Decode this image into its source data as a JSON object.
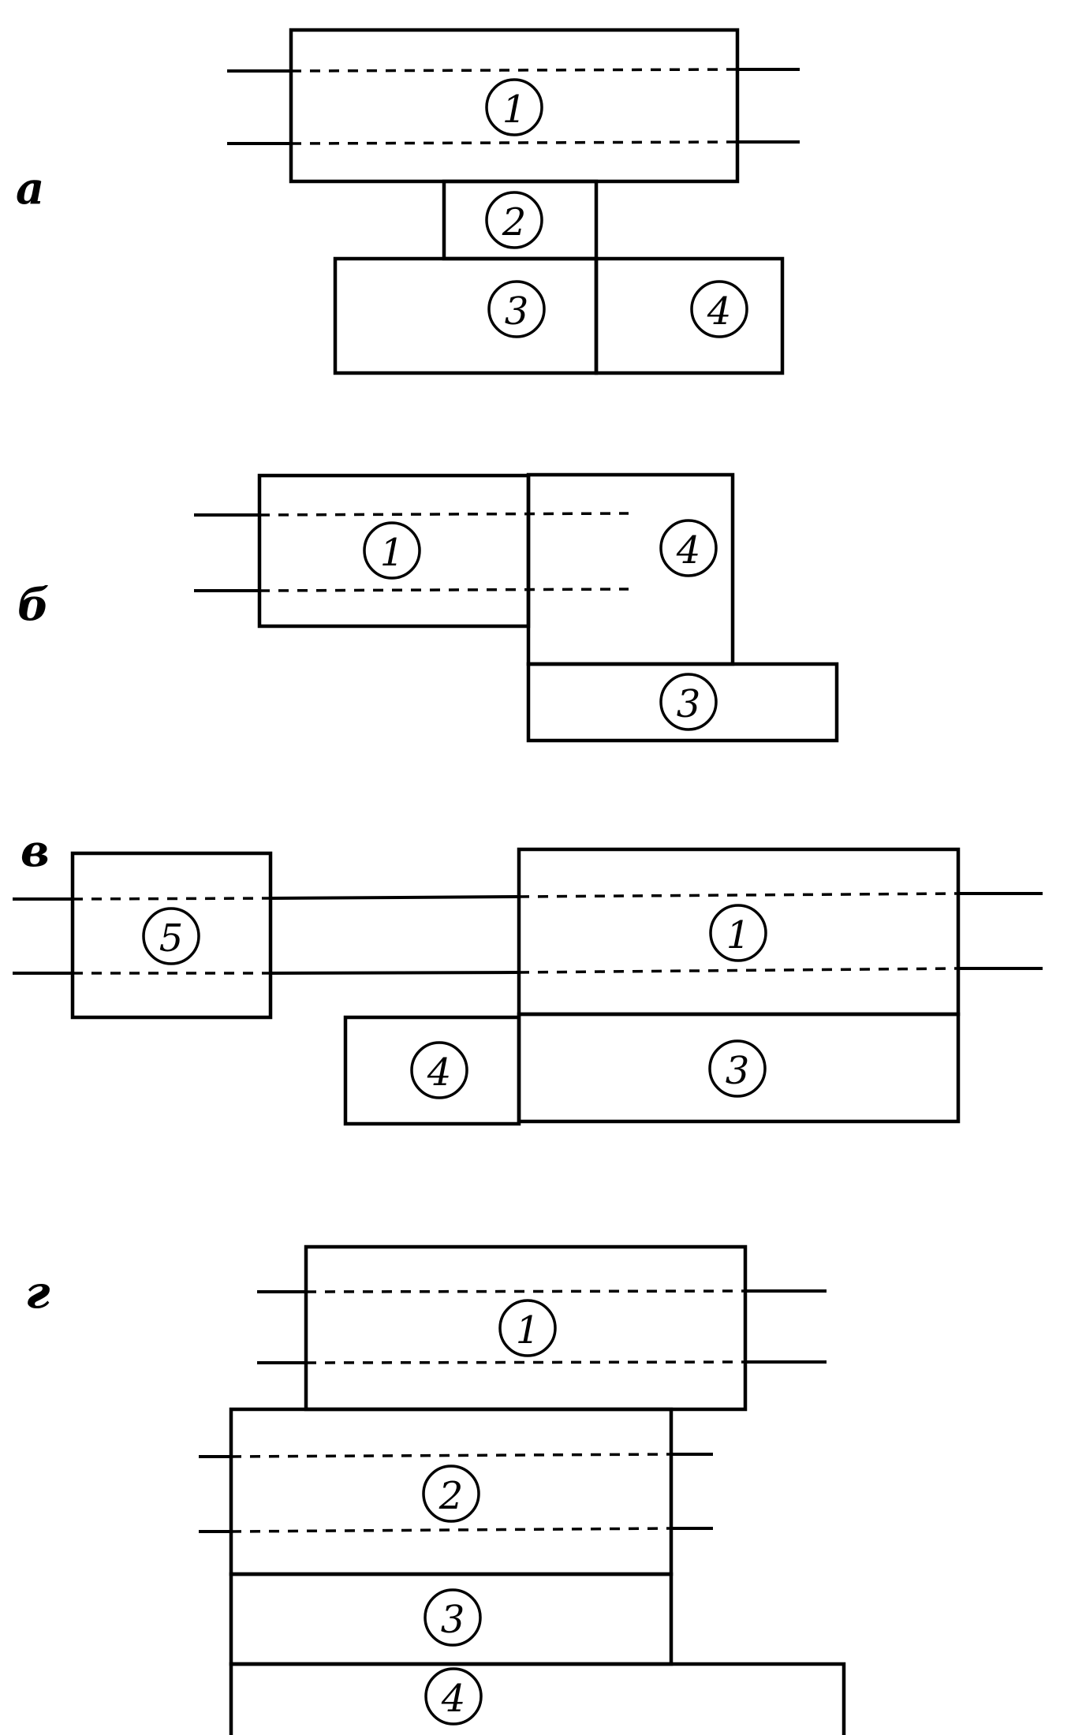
{
  "panels": [
    {
      "id": "a",
      "label": "а",
      "blocks": [
        "1",
        "2",
        "3",
        "4"
      ]
    },
    {
      "id": "b",
      "label": "б",
      "blocks": [
        "1",
        "4",
        "3"
      ]
    },
    {
      "id": "v",
      "label": "в",
      "blocks": [
        "5",
        "1",
        "4",
        "3"
      ]
    },
    {
      "id": "g",
      "label": "г",
      "blocks": [
        "1",
        "2",
        "3",
        "4"
      ]
    }
  ]
}
